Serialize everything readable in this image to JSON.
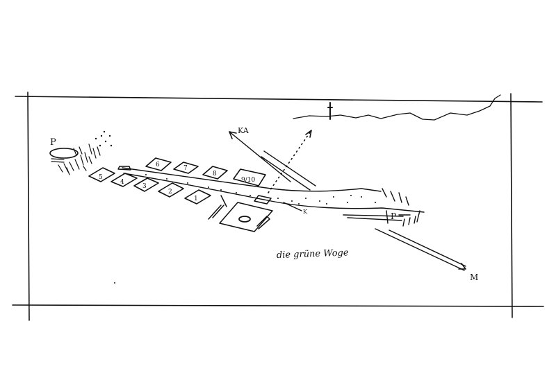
{
  "labels": {
    "parking_west": "P",
    "parking_east": "P",
    "arrow_ka": "KA",
    "arrow_m": "M",
    "caption": "die grüne Woge",
    "marker_k": "K"
  },
  "buildings": [
    {
      "label": "1"
    },
    {
      "label": "2"
    },
    {
      "label": "3"
    },
    {
      "label": "4"
    },
    {
      "label": "5"
    },
    {
      "label": "6"
    },
    {
      "label": "7"
    },
    {
      "label": "8"
    },
    {
      "label": "9/10"
    }
  ],
  "ink_color": "#111111"
}
